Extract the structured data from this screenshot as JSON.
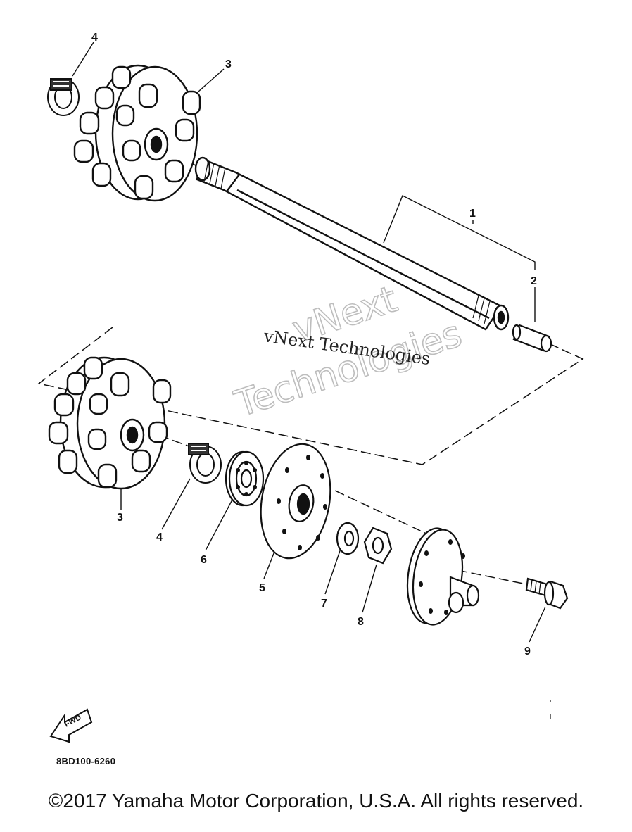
{
  "callouts": {
    "c1": "1",
    "c2": "2",
    "c3a": "3",
    "c3b": "3",
    "c4a": "4",
    "c4b": "4",
    "c5": "5",
    "c6": "6",
    "c7": "7",
    "c8": "8",
    "c9": "9"
  },
  "watermark": {
    "small": "vNext Technologies",
    "big_line1": "vNext",
    "big_line2": "Technologies"
  },
  "fwd_label": "FWD",
  "diagram_code": "8BD100-6260",
  "copyright": "©2017 Yamaha Motor Corporation, U.S.A. All rights reserved."
}
